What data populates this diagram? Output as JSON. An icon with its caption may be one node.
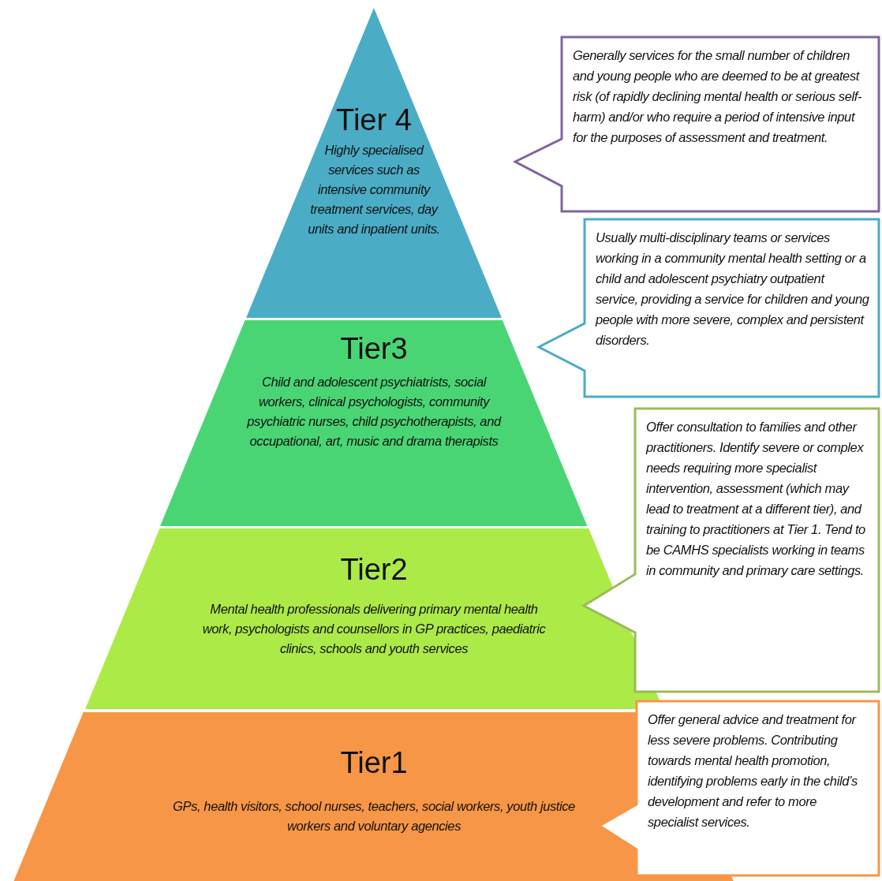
{
  "diagram": {
    "nodes": [
      {
        "text": [
          "Tier 4",
          "Highly specialised services such as intensive community treatment services, day units and inpatient units."
        ]
      },
      {
        "text": [
          "Generally services for the small number of children and young people who are deemed to be at greatest risk (of rapidly declining mental health or serious self-harm) and/or who require a period of intensive input for the purposes of assessment and treatment."
        ]
      },
      {
        "text": [
          "Tier3",
          "Child and adolescent psychiatrists, social workers, clinical psychologists, community psychiatric nurses, child psychotherapists, and occupational, art, music and drama therapists"
        ]
      },
      {
        "text": [
          "Usually multi-disciplinary teams or services working in a community mental health setting or a child and adolescent psychiatry outpatient service, providing a service for children and young people with more severe, complex and persistent disorders."
        ]
      },
      {
        "text": [
          "Tier2",
          "Mental health professionals delivering primary mental health work, psychologists and counsellors in GP practices, paediatric clinics, schools and youth services"
        ]
      },
      {
        "text": [
          "Offer consultation to families and other practitioners. Identify severe or complex needs requiring more specialist intervention, assessment (which may lead to treatment at a different tier), and training to practitioners at Tier 1. Tend to be CAMHS specialists working in teams in community and primary care settings."
        ]
      },
      {
        "text": [
          "Tier1",
          "GPs, health visitors, school nurses, teachers, social workers, youth justice workers and voluntary agencies"
        ]
      },
      {
        "text": [
          "Offer general advice and treatment for less severe problems. Contributing towards mental health promotion, identifying problems early in the child’s development and refer to more specialist services."
        ]
      }
    ]
  }
}
